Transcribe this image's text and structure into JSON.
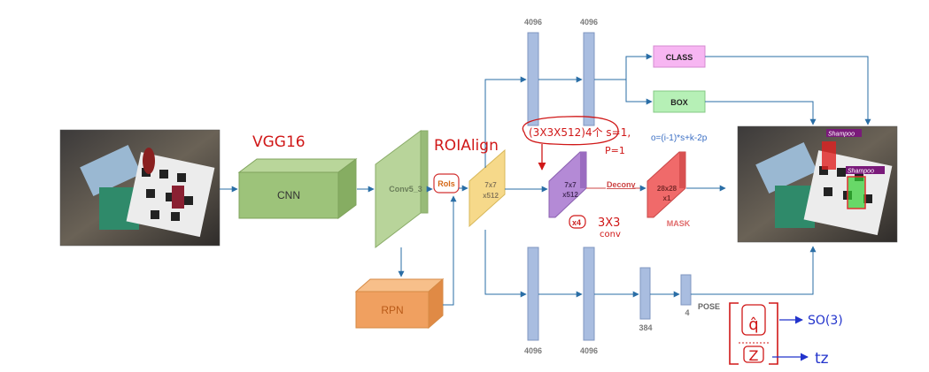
{
  "blocks": {
    "cnn": "CNN",
    "rpn": "RPN",
    "conv5": "Conv5_3",
    "rois": "RoIs",
    "roi_feat_1": "7x7",
    "roi_feat_2": "x512",
    "mid_feat_1": "7x7",
    "mid_feat_2": "x512",
    "deconv": "Deconv",
    "mask_feat_1": "28x28",
    "mask_feat_2": "x1",
    "mask": "MASK",
    "class": "CLASS",
    "box": "BOX",
    "pose": "POSE",
    "x4": "x4"
  },
  "fc_labels": {
    "top1": "4096",
    "top2": "4096",
    "bot1": "4096",
    "bot2": "4096",
    "p384": "384",
    "p4": "4"
  },
  "formula": "o=(i-1)*s+k-2p",
  "image_labels": {
    "shampoo1": "Shampoo",
    "shampoo2": "Shampoo"
  },
  "annotations": {
    "vgg": "VGG16",
    "roialign": "ROIAlign",
    "conv_note": "(3X3X512)4个 s=1,",
    "conv_note_p": "P=1",
    "three_by_three": "3X3",
    "conv": "conv",
    "so3": "SO(3)",
    "quat_top": "q̂",
    "quat_bottom": "Z",
    "tz": "tz"
  },
  "colors": {
    "cnn_green": "#9dc37a",
    "conv5_green": "#b8d49a",
    "rpn_orange": "#f0a060",
    "roi_yellow": "#f6d98a",
    "conv_purple": "#b48ad6",
    "mask_red": "#f06a6a",
    "fc_blue": "#a9bde0",
    "class_pink": "#f7b6f2",
    "box_green": "#b6f0b6",
    "arrow_blue": "#2a6ea6",
    "hand_red": "#d01818",
    "hand_blue": "#2233cc"
  }
}
